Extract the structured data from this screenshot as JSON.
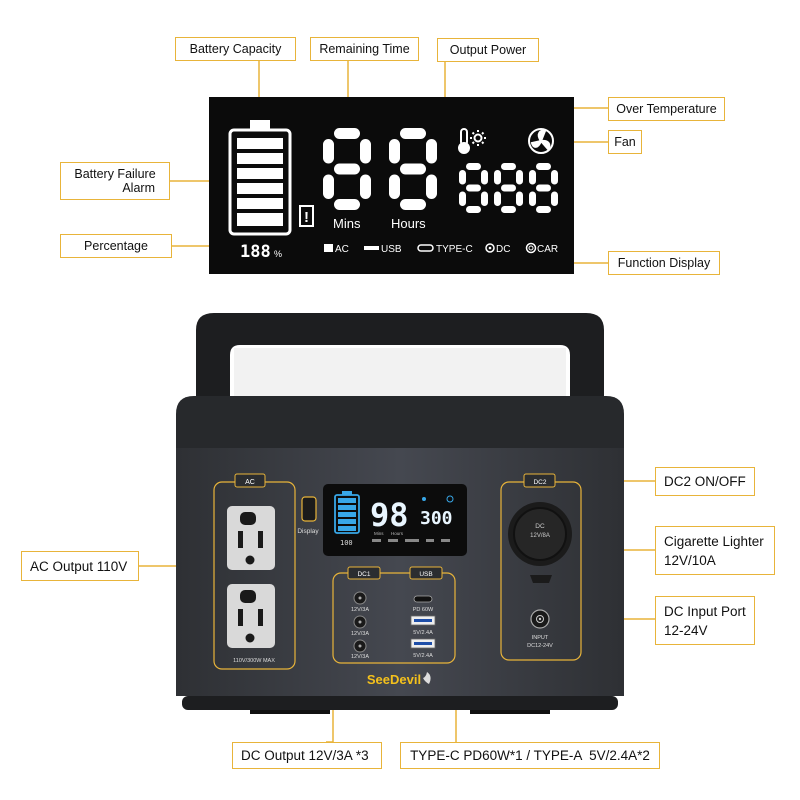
{
  "callouts": {
    "battery_capacity": "Battery Capacity",
    "remaining_time": "Remaining Time",
    "output_power": "Output Power",
    "over_temperature": "Over Temperature",
    "fan": "Fan",
    "battery_failure_1": "Battery Failure",
    "battery_failure_2": "Alarm",
    "percentage": "Percentage",
    "function_display": "Function Display",
    "ac_output": "AC Output 110V",
    "dc2_onoff": "DC2 ON/OFF",
    "cig_lighter_1": "Cigarette Lighter",
    "cig_lighter_2": "12V/10A",
    "dc_input_1": "DC Input Port",
    "dc_input_2": "12-24V",
    "dc_output": "DC Output 12V/3A *3",
    "typec_output": "TYPE-C PD60W*1 / TYPE-A  5V/2.4A*2"
  },
  "lcd": {
    "big_digits": "88",
    "power_digits": "888",
    "mins": "Mins",
    "hours": "Hours",
    "percent": "188",
    "percent_sign": "%",
    "alarm_symbol": "!",
    "func_ac": "AC",
    "func_usb": "USB",
    "func_typec": "TYPE-C",
    "func_dc": "DC",
    "func_car": "CAR"
  },
  "device": {
    "ac_label": "AC",
    "ac_rating": "110V/300W MAX",
    "display_label": "Display",
    "screen_time": "98",
    "screen_power": "300",
    "screen_percent": "100",
    "screen_mins": "Mins",
    "screen_hours": "Hours",
    "dc1_label": "DC1",
    "usb_label": "USB",
    "dc_port_1": "12V/3A",
    "dc_port_2": "12V/3A",
    "dc_port_3": "12V/3A",
    "usb_pd": "PD 60W",
    "usb_a_1": "5V/2.4A",
    "usb_a_2": "5V/2.4A",
    "brand": "SeeDevil",
    "dc2_label": "DC2",
    "cig_label_1": "DC",
    "cig_label_2": "12V/8A",
    "input_label_1": "INPUT",
    "input_label_2": "DC12-24V"
  },
  "colors": {
    "accent": "#e8b43a",
    "lcd_bg": "#0b0b0b",
    "lcd_segment": "#ffffff",
    "device_body": "#3a3d41",
    "device_top": "#2b2d30",
    "screen_blue": "#38a7e8"
  }
}
